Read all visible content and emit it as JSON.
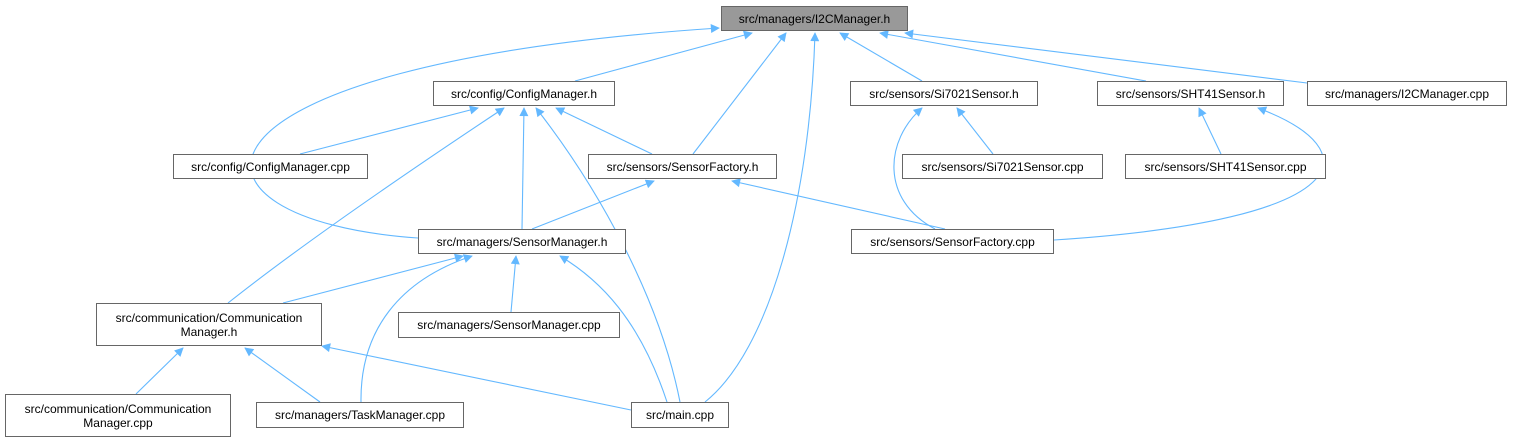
{
  "diagram": {
    "edge_color": "#63b8ff",
    "root_fill": "#999999",
    "nodes": [
      {
        "id": "i2cmgr_h",
        "lines": [
          "src/managers/I2CManager.h"
        ],
        "root": true
      },
      {
        "id": "configmgr_h",
        "lines": [
          "src/config/ConfigManager.h"
        ]
      },
      {
        "id": "si7021_h",
        "lines": [
          "src/sensors/Si7021Sensor.h"
        ]
      },
      {
        "id": "sht41_h",
        "lines": [
          "src/sensors/SHT41Sensor.h"
        ]
      },
      {
        "id": "i2cmgr_cpp",
        "lines": [
          "src/managers/I2CManager.cpp"
        ]
      },
      {
        "id": "configmgr_cpp",
        "lines": [
          "src/config/ConfigManager.cpp"
        ]
      },
      {
        "id": "sensorfactory_h",
        "lines": [
          "src/sensors/SensorFactory.h"
        ]
      },
      {
        "id": "si7021_cpp",
        "lines": [
          "src/sensors/Si7021Sensor.cpp"
        ]
      },
      {
        "id": "sht41_cpp",
        "lines": [
          "src/sensors/SHT41Sensor.cpp"
        ]
      },
      {
        "id": "sensormgr_h",
        "lines": [
          "src/managers/SensorManager.h"
        ]
      },
      {
        "id": "sensorfactory_cpp",
        "lines": [
          "src/sensors/SensorFactory.cpp"
        ]
      },
      {
        "id": "commmgr_h",
        "lines": [
          "src/communication/Communication",
          "Manager.h"
        ]
      },
      {
        "id": "sensormgr_cpp",
        "lines": [
          "src/managers/SensorManager.cpp"
        ]
      },
      {
        "id": "commmgr_cpp",
        "lines": [
          "src/communication/Communication",
          "Manager.cpp"
        ]
      },
      {
        "id": "taskmgr_cpp",
        "lines": [
          "src/managers/TaskManager.cpp"
        ]
      },
      {
        "id": "main_cpp",
        "lines": [
          "src/main.cpp"
        ]
      }
    ],
    "edges": [
      {
        "from": "configmgr_h",
        "to": "i2cmgr_h"
      },
      {
        "from": "sensormgr_h",
        "to": "i2cmgr_h"
      },
      {
        "from": "sensorfactory_h",
        "to": "i2cmgr_h"
      },
      {
        "from": "main_cpp",
        "to": "i2cmgr_h"
      },
      {
        "from": "si7021_h",
        "to": "i2cmgr_h"
      },
      {
        "from": "sht41_h",
        "to": "i2cmgr_h"
      },
      {
        "from": "i2cmgr_cpp",
        "to": "i2cmgr_h"
      },
      {
        "from": "configmgr_cpp",
        "to": "configmgr_h"
      },
      {
        "from": "commmgr_h",
        "to": "configmgr_h"
      },
      {
        "from": "sensormgr_h",
        "to": "configmgr_h"
      },
      {
        "from": "main_cpp",
        "to": "configmgr_h"
      },
      {
        "from": "sensorfactory_h",
        "to": "configmgr_h"
      },
      {
        "from": "sensormgr_h",
        "to": "sensorfactory_h"
      },
      {
        "from": "sensorfactory_cpp",
        "to": "sensorfactory_h"
      },
      {
        "from": "si7021_cpp",
        "to": "si7021_h"
      },
      {
        "from": "sensorfactory_cpp",
        "to": "si7021_h"
      },
      {
        "from": "sht41_cpp",
        "to": "sht41_h"
      },
      {
        "from": "sensorfactory_cpp",
        "to": "sht41_h"
      },
      {
        "from": "commmgr_h",
        "to": "sensormgr_h"
      },
      {
        "from": "sensormgr_cpp",
        "to": "sensormgr_h"
      },
      {
        "from": "taskmgr_cpp",
        "to": "sensormgr_h"
      },
      {
        "from": "main_cpp",
        "to": "sensormgr_h"
      },
      {
        "from": "commmgr_cpp",
        "to": "commmgr_h"
      },
      {
        "from": "taskmgr_cpp",
        "to": "commmgr_h"
      },
      {
        "from": "main_cpp",
        "to": "commmgr_h"
      }
    ]
  }
}
